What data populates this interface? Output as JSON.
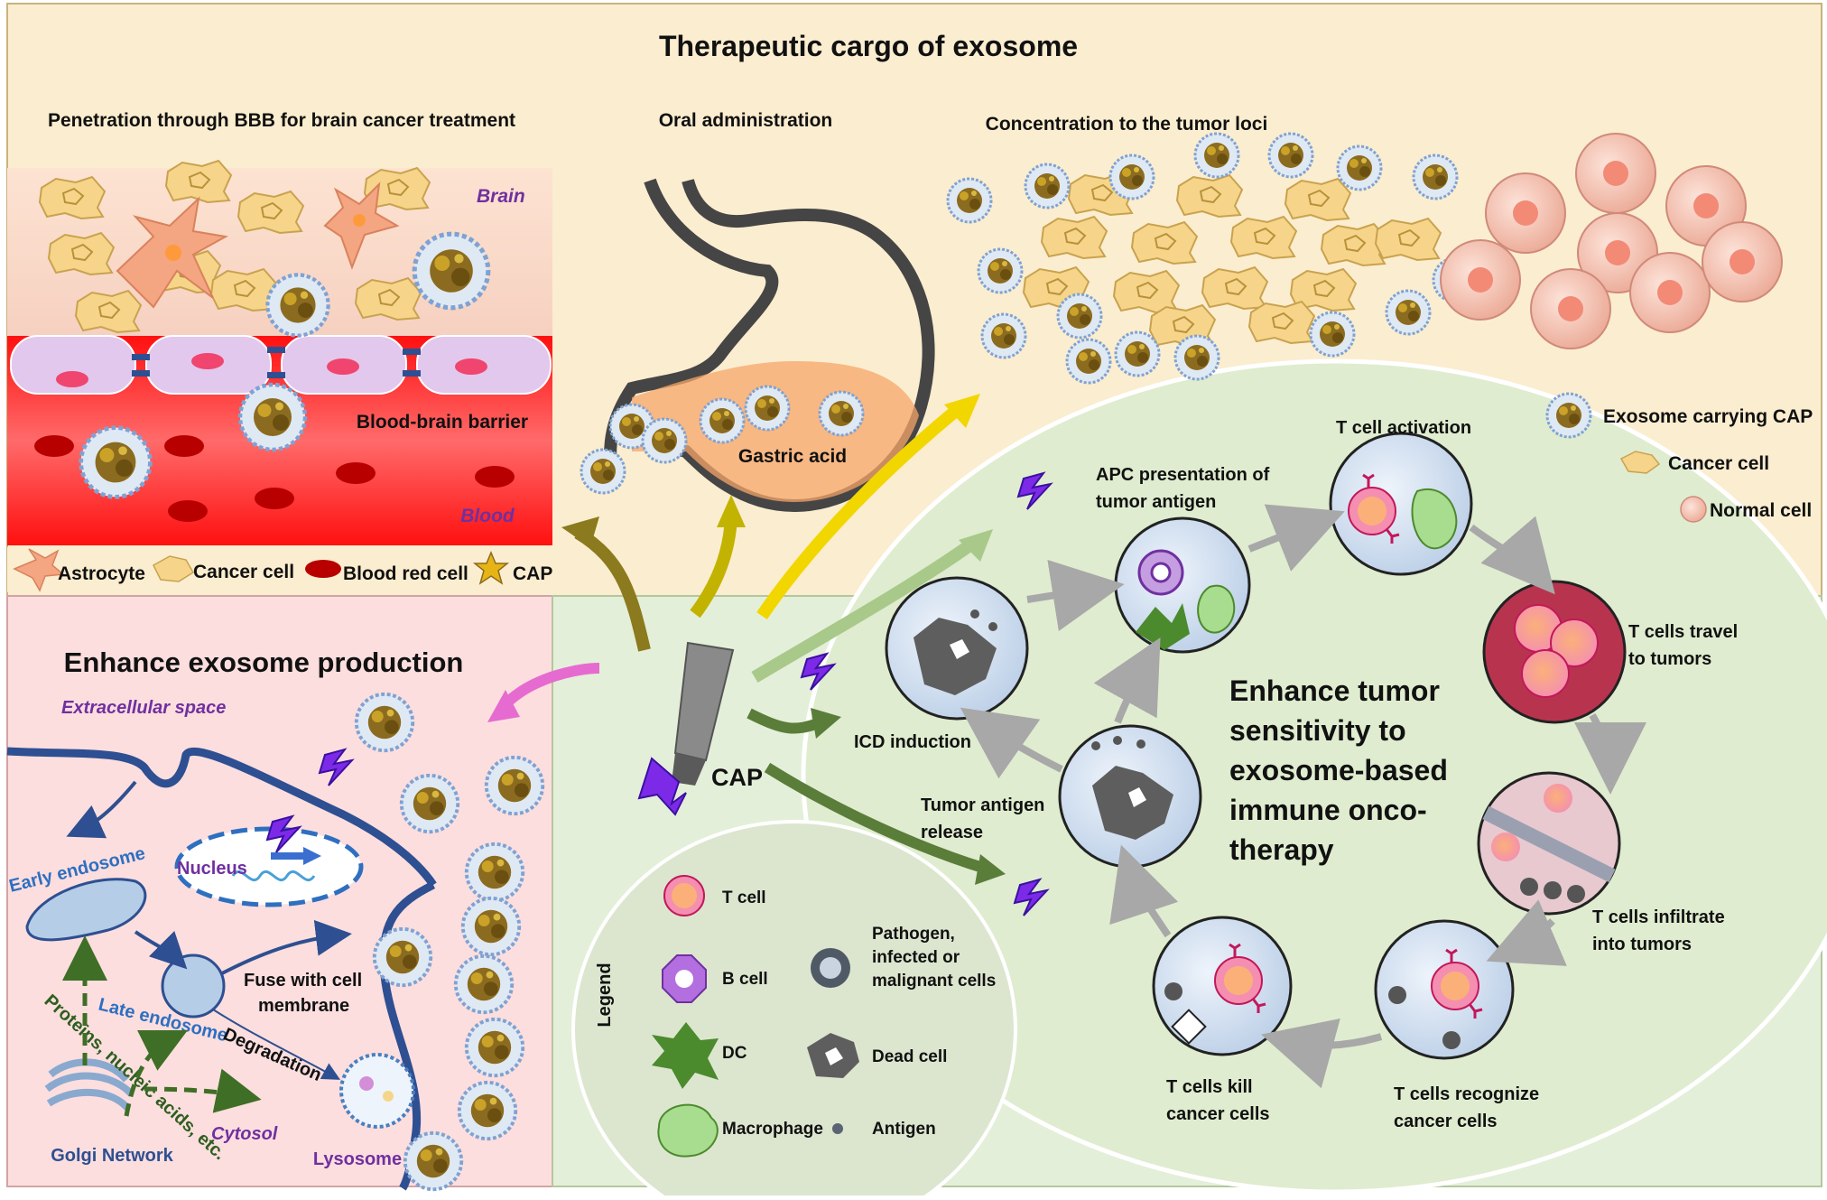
{
  "top": {
    "title": "Therapeutic cargo of exosome",
    "bbb": {
      "heading": "Penetration through BBB for brain cancer treatment",
      "brain": "Brain",
      "barrier": "Blood-brain barrier",
      "blood": "Blood",
      "legend": [
        "Astrocyte",
        "Cancer cell",
        "Blood red cell",
        "CAP"
      ]
    },
    "oral": {
      "heading": "Oral administration",
      "gastric": "Gastric acid"
    },
    "tumor": {
      "heading": "Concentration to the tumor loci"
    },
    "right_legend": [
      "Exosome carrying CAP",
      "Cancer cell",
      "Normal cell"
    ]
  },
  "production": {
    "title": "Enhance exosome production",
    "extracellular": "Extracellular space",
    "early_endosome": "Early endosome",
    "nucleus": "Nucleus",
    "late_endosome": "Late endosome",
    "fuse_line1": "Fuse with cell",
    "fuse_line2": "membrane",
    "degradation": "Degradation",
    "proteins": "Proteins, nucleic acids, etc.",
    "cytosol": "Cytosol",
    "golgi": "Golgi Network",
    "lysosome": "Lysosome"
  },
  "cap_label": "CAP",
  "immune": {
    "title_lines": [
      "Enhance tumor",
      "sensitivity to",
      "exosome-based",
      "immune onco-",
      "therapy"
    ],
    "apc_line1": "APC presentation of",
    "apc_line2": "tumor antigen",
    "t_activation": "T cell activation",
    "travel_line1": "T cells travel",
    "travel_line2": "to tumors",
    "infiltrate_line1": "T cells infiltrate",
    "infiltrate_line2": "into tumors",
    "recognize_line1": "T cells recognize",
    "recognize_line2": "cancer cells",
    "kill_line1": "T cells kill",
    "kill_line2": "cancer cells",
    "icd": "ICD induction",
    "release_line1": "Tumor antigen",
    "release_line2": "release"
  },
  "legend": {
    "title": "Legend",
    "t_cell": "T cell",
    "b_cell": "B cell",
    "dc": "DC",
    "macrophage": "Macrophage",
    "pathogen_lines": [
      "Pathogen,",
      "infected or",
      "malignant cells"
    ],
    "dead_cell": "Dead cell",
    "antigen": "Antigen"
  },
  "colors": {
    "top_bg": "#fbedcf",
    "production_bg": "#fcdede",
    "immune_bg": "#e4efd9",
    "blood": "#ff2020",
    "barrier": "#e2c8ec",
    "cancer_cell": "#f6d58a",
    "astrocyte": "#f4a582",
    "normal_cell": "#f3b8a8",
    "t_cell": "#f48fb1",
    "lightning": "#8a2be2",
    "membrane": "#2e4f91"
  }
}
